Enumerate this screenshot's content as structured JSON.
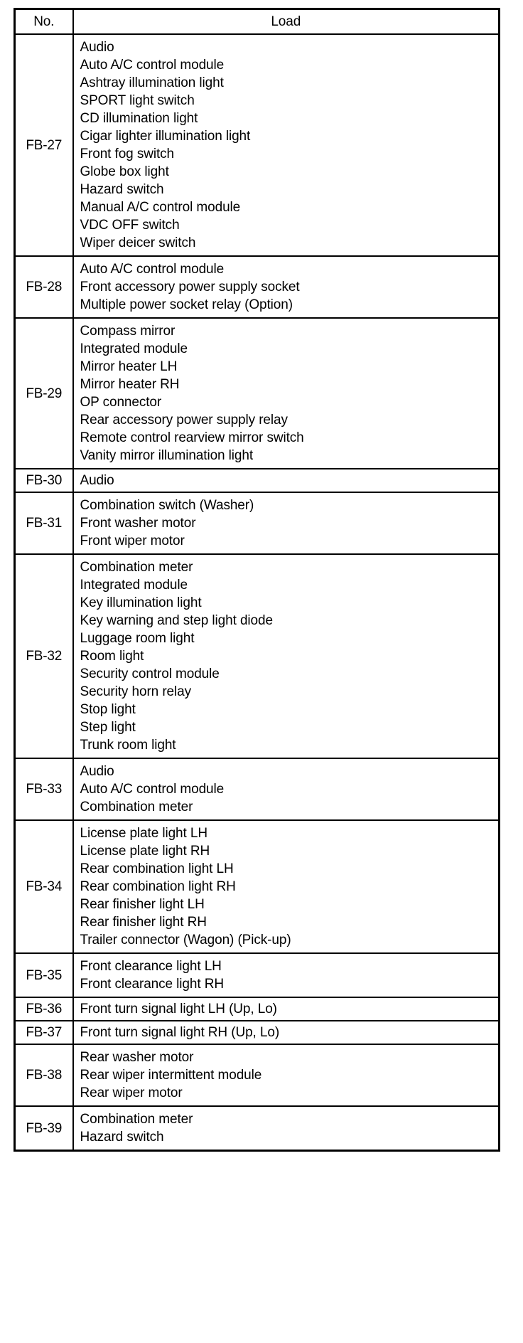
{
  "table": {
    "columns": [
      {
        "key": "no",
        "label": "No."
      },
      {
        "key": "load",
        "label": "Load"
      }
    ],
    "rows": [
      {
        "no": "FB-27",
        "loads": [
          "Audio",
          "Auto A/C control module",
          "Ashtray illumination light",
          "SPORT light switch",
          "CD illumination light",
          "Cigar lighter illumination light",
          "Front fog switch",
          "Globe box light",
          "Hazard switch",
          "Manual A/C control module",
          "VDC OFF switch",
          "Wiper deicer switch"
        ]
      },
      {
        "no": "FB-28",
        "loads": [
          "Auto A/C control module",
          "Front accessory power supply socket",
          "Multiple power socket relay (Option)"
        ]
      },
      {
        "no": "FB-29",
        "loads": [
          "Compass mirror",
          "Integrated module",
          "Mirror heater LH",
          "Mirror heater RH",
          "OP connector",
          "Rear accessory power supply relay",
          "Remote control rearview mirror switch",
          "Vanity mirror illumination light"
        ]
      },
      {
        "no": "FB-30",
        "loads": [
          "Audio"
        ]
      },
      {
        "no": "FB-31",
        "loads": [
          "Combination switch (Washer)",
          "Front washer motor",
          "Front wiper motor"
        ]
      },
      {
        "no": "FB-32",
        "loads": [
          "Combination meter",
          "Integrated module",
          "Key illumination light",
          "Key warning and step light diode",
          "Luggage room light",
          "Room light",
          "Security control module",
          "Security horn relay",
          "Stop light",
          "Step light",
          "Trunk room light"
        ]
      },
      {
        "no": "FB-33",
        "loads": [
          "Audio",
          "Auto A/C control module",
          "Combination meter"
        ]
      },
      {
        "no": "FB-34",
        "loads": [
          "License plate light LH",
          "License plate light RH",
          "Rear combination light LH",
          "Rear combination light RH",
          "Rear finisher light LH",
          "Rear finisher light RH",
          "Trailer connector (Wagon) (Pick-up)"
        ]
      },
      {
        "no": "FB-35",
        "loads": [
          "Front clearance light LH",
          "Front clearance light RH"
        ]
      },
      {
        "no": "FB-36",
        "loads": [
          "Front turn signal light LH (Up, Lo)"
        ]
      },
      {
        "no": "FB-37",
        "loads": [
          "Front turn signal light RH (Up, Lo)"
        ]
      },
      {
        "no": "FB-38",
        "loads": [
          "Rear washer motor",
          "Rear wiper intermittent module",
          "Rear wiper motor"
        ]
      },
      {
        "no": "FB-39",
        "loads": [
          "Combination meter",
          "Hazard switch"
        ]
      }
    ]
  },
  "colors": {
    "border": "#000000",
    "text": "#000000",
    "background": "#ffffff"
  }
}
